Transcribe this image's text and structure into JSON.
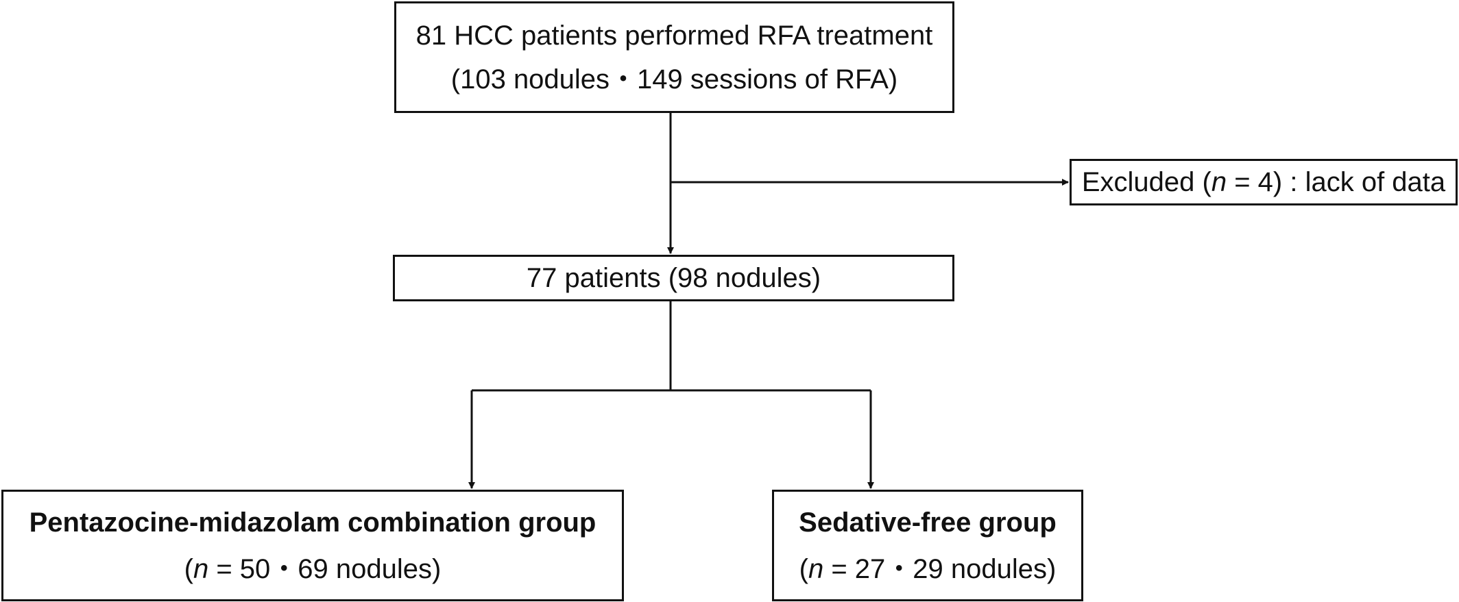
{
  "boxes": {
    "top": {
      "line1": "81 HCC patients performed  RFA treatment",
      "line2": "(103 nodules・149 sessions of RFA)"
    },
    "excluded": {
      "prefix": "Excluded  (",
      "n_symbol": "n",
      "suffix": " = 4)  : lack of data"
    },
    "middle": {
      "line1": "77 patients (98 nodules)"
    },
    "left": {
      "line1": "Pentazocine-midazolam  combination  group",
      "prefix": "(",
      "n_symbol": "n",
      "suffix": " = 50・69 nodules)"
    },
    "right": {
      "line1": "Sedative-free group",
      "prefix": "(",
      "n_symbol": "n",
      "suffix": " = 27・29 nodules)"
    }
  },
  "colors": {
    "line": "#111111",
    "background": "#ffffff"
  }
}
